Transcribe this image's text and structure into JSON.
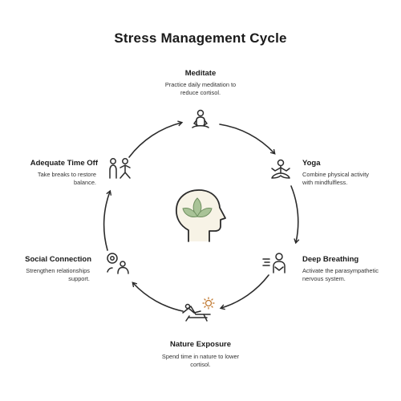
{
  "title": "Stress Management Cycle",
  "steps": {
    "meditate": {
      "label": "Meditate",
      "desc1": "Practice daily meditation to",
      "desc2": "reduce cortisol.",
      "icon": "meditation-person-icon"
    },
    "yoga": {
      "label": "Yoga",
      "desc1": "Combine physical activity",
      "desc2": "with mindfulfless.",
      "icon": "yoga-pose-icon"
    },
    "breathing": {
      "label": "Deep Breathing",
      "desc1": "Activate the parasympathetic",
      "desc2": "nervous system.",
      "icon": "breathing-person-icon"
    },
    "nature": {
      "label": "Nature Exposure",
      "desc1": "Spend time in nature to lower",
      "desc2": "cortisol.",
      "icon": "sun-lounger-icon"
    },
    "social": {
      "label": "Social Connection",
      "desc1": "Strengthen relationships",
      "desc2": "support.",
      "icon": "two-people-chat-icon"
    },
    "timeoff": {
      "label": "Adequate Time Off",
      "desc1": "Take breaks to restore",
      "desc2": "balance.",
      "icon": "relaxing-people-icon"
    }
  },
  "center_icon": "head-with-lotus-icon",
  "colors": {
    "stroke": "#2b2b2b",
    "lotus": "#8fae7e",
    "head_fill": "#f7f3e6"
  }
}
